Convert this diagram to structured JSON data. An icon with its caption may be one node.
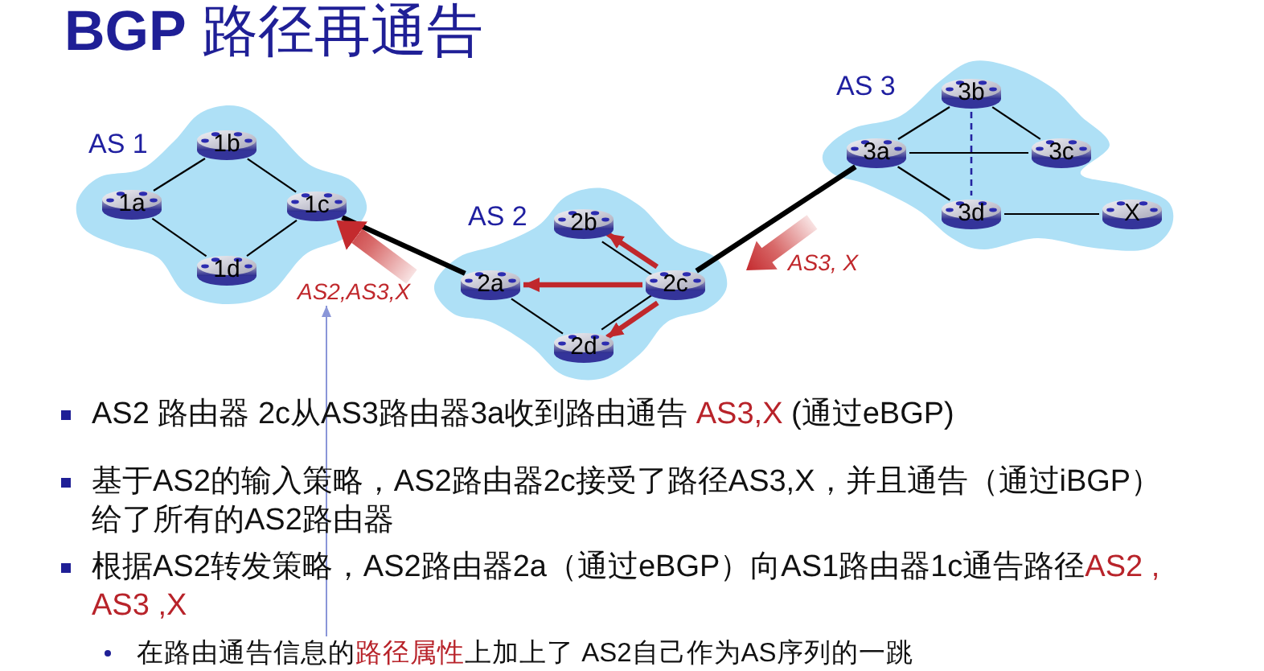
{
  "diagram": {
    "title": "**BGP** 路径再通告",
    "nodes": [
      {
        "text": [
          "AS 1"
        ]
      },
      {
        "text": [
          "1a"
        ],
        "in": 0
      },
      {
        "text": [
          "1b"
        ],
        "in": 0
      },
      {
        "text": [
          "1c"
        ],
        "in": 0
      },
      {
        "text": [
          "1d"
        ],
        "in": 0
      },
      {
        "text": [
          "AS 2"
        ]
      },
      {
        "text": [
          "2a"
        ],
        "in": 5
      },
      {
        "text": [
          "2b"
        ],
        "in": 5
      },
      {
        "text": [
          "2c"
        ],
        "in": 5
      },
      {
        "text": [
          "2d"
        ],
        "in": 5
      },
      {
        "text": [
          "AS 3"
        ]
      },
      {
        "text": [
          "3a"
        ],
        "in": 10
      },
      {
        "text": [
          "3b"
        ],
        "in": 10
      },
      {
        "text": [
          "3c"
        ],
        "in": 10
      },
      {
        "text": [
          "3d"
        ],
        "in": 10
      },
      {
        "text": [
          "X"
        ],
        "in": 10
      },
      {
        "text": [
          "AS2,AS3,X"
        ]
      },
      {
        "text": [
          "在路由通告信息的",
          "路径属性",
          "上加上了 AS2自己作为AS序列的一跳"
        ]
      }
    ],
    "edges": [
      {
        "from": 1,
        "to": 2,
        "arrow": "none"
      },
      {
        "from": 1,
        "to": 4,
        "arrow": "none"
      },
      {
        "from": 2,
        "to": 3,
        "arrow": "none"
      },
      {
        "from": 4,
        "to": 3,
        "arrow": "none"
      },
      {
        "from": 3,
        "to": 6,
        "arrow": "none",
        "style": "thick"
      },
      {
        "from": 6,
        "to": 9,
        "arrow": "none"
      },
      {
        "from": 8,
        "to": 7,
        "arrow": "none"
      },
      {
        "from": 8,
        "to": 9,
        "arrow": "none"
      },
      {
        "from": 8,
        "to": 7,
        "arrow": "to",
        "style": "thick",
        "color": "#c0282c"
      },
      {
        "from": 8,
        "to": 6,
        "arrow": "to",
        "style": "thick",
        "color": "#c0282c"
      },
      {
        "from": 8,
        "to": 9,
        "arrow": "to",
        "style": "thick",
        "color": "#c0282c"
      },
      {
        "from": 8,
        "to": 11,
        "arrow": "none",
        "style": "thick"
      },
      {
        "from": 11,
        "to": 12,
        "arrow": "none"
      },
      {
        "from": 11,
        "to": 13,
        "arrow": "none"
      },
      {
        "from": 11,
        "to": 14,
        "arrow": "none"
      },
      {
        "from": 12,
        "to": 13,
        "arrow": "none"
      },
      {
        "from": 12,
        "to": 14,
        "arrow": "none",
        "style": "dashed",
        "color": "#2424a0"
      },
      {
        "from": 14,
        "to": 15,
        "arrow": "none"
      },
      {
        "from": 17,
        "to": 16,
        "arrow": "to",
        "color": "#8a96d8"
      },
      {
        "from": 16,
        "to": 3,
        "arrow": "to",
        "style": "thick",
        "color": "#c42a2e"
      }
    ],
    "labels": [
      "AS3, X",
      "AS2 路由器 2c从AS3路由器3a收到路由通告",
      "AS3,X",
      "(通过eBGP)",
      "基于AS2的输入策略，AS2路由器2c接受了路径AS3,X，并且通告（通过iBGP）给了所有的AS2路由器",
      "根据AS2转发策略，AS2路由器2a（通过eBGP）向AS1路由器1c通告路径",
      "AS2 , AS3 ,X"
    ]
  }
}
